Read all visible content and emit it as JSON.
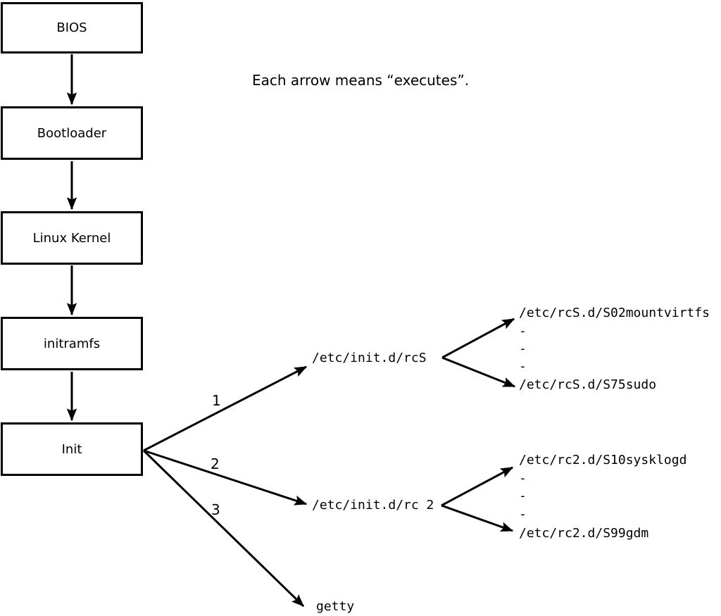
{
  "diagram": {
    "note": "Each arrow means “executes”.",
    "chain": [
      {
        "label": "BIOS"
      },
      {
        "label": "Bootloader"
      },
      {
        "label": "Linux Kernel"
      },
      {
        "label": "initramfs"
      },
      {
        "label": "Init"
      }
    ],
    "branch_labels": {
      "rcS": "1",
      "rc2": "2",
      "getty": "3"
    },
    "targets": {
      "rcS": {
        "name": "/etc/init.d/rcS",
        "first_child": "/etc/rcS.d/S02mountvirtfs",
        "ellipsis": [
          "-",
          "-",
          "-"
        ],
        "last_child": "/etc/rcS.d/S75sudo"
      },
      "rc2": {
        "name": "/etc/init.d/rc 2",
        "first_child": "/etc/rc2.d/S10sysklogd",
        "ellipsis": [
          "-",
          "-",
          "-"
        ],
        "last_child": "/etc/rc2.d/S99gdm"
      },
      "getty": {
        "name": "getty"
      }
    },
    "colors": {
      "line": "#000000",
      "background": "#ffffff",
      "text": "#000000"
    }
  }
}
